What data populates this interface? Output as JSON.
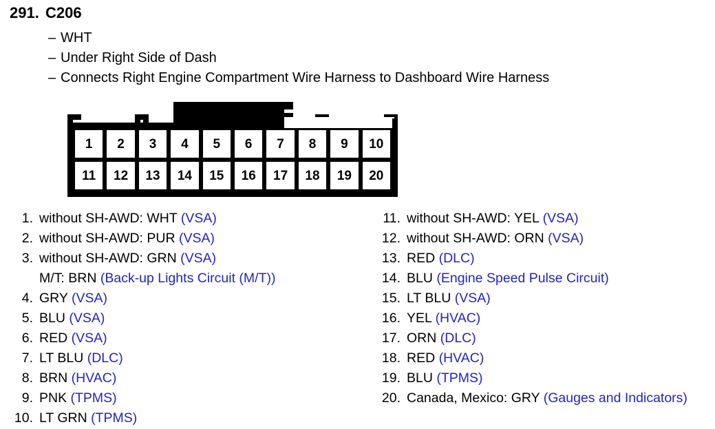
{
  "header": {
    "number": "291.",
    "name": "C206",
    "bullets": [
      "WHT",
      "Under Right Side of Dash",
      "Connects Right Engine Compartment Wire Harness to Dashboard Wire Harness"
    ],
    "dash": "–"
  },
  "connector": {
    "pins_top": [
      "1",
      "2",
      "3",
      "4",
      "5",
      "6",
      "7",
      "8",
      "9",
      "10"
    ],
    "pins_bottom": [
      "11",
      "12",
      "13",
      "14",
      "15",
      "16",
      "17",
      "18",
      "19",
      "20"
    ]
  },
  "colors": {
    "circuit_blue": "#2222cc",
    "text_black": "#000000",
    "background": "#ffffff"
  },
  "pin_list_left": [
    {
      "index": "1.",
      "text": "without SH-AWD: WHT ",
      "circuit": "(VSA)"
    },
    {
      "index": "2.",
      "text": "without SH-AWD: PUR ",
      "circuit": "(VSA)"
    },
    {
      "index": "3.",
      "text": "without SH-AWD: GRN ",
      "circuit": "(VSA)",
      "sub_text": "M/T: BRN ",
      "sub_circuit": "(Back-up Lights Circuit (M/T))"
    },
    {
      "index": "4.",
      "text": "GRY ",
      "circuit": "(VSA)"
    },
    {
      "index": "5.",
      "text": "BLU ",
      "circuit": "(VSA)"
    },
    {
      "index": "6.",
      "text": "RED ",
      "circuit": "(VSA)"
    },
    {
      "index": "7.",
      "text": "LT BLU ",
      "circuit": "(DLC)"
    },
    {
      "index": "8.",
      "text": "BRN ",
      "circuit": "(HVAC)"
    },
    {
      "index": "9.",
      "text": "PNK ",
      "circuit": "(TPMS)"
    },
    {
      "index": "10.",
      "text": "LT GRN ",
      "circuit": "(TPMS)"
    }
  ],
  "pin_list_right": [
    {
      "index": "11.",
      "text": "without SH-AWD: YEL ",
      "circuit": "(VSA)"
    },
    {
      "index": "12.",
      "text": "without SH-AWD: ORN ",
      "circuit": "(VSA)"
    },
    {
      "index": "13.",
      "text": "RED ",
      "circuit": "(DLC)"
    },
    {
      "index": "14.",
      "text": "BLU ",
      "circuit": "(Engine Speed Pulse Circuit)"
    },
    {
      "index": "15.",
      "text": "LT BLU ",
      "circuit": "(VSA)"
    },
    {
      "index": "16.",
      "text": "YEL ",
      "circuit": "(HVAC)"
    },
    {
      "index": "17.",
      "text": "ORN ",
      "circuit": "(DLC)"
    },
    {
      "index": "18.",
      "text": "RED ",
      "circuit": "(HVAC)"
    },
    {
      "index": "19.",
      "text": "BLU ",
      "circuit": "(TPMS)"
    },
    {
      "index": "20.",
      "text": "Canada, Mexico: GRY ",
      "circuit": "(Gauges and Indicators)"
    }
  ]
}
